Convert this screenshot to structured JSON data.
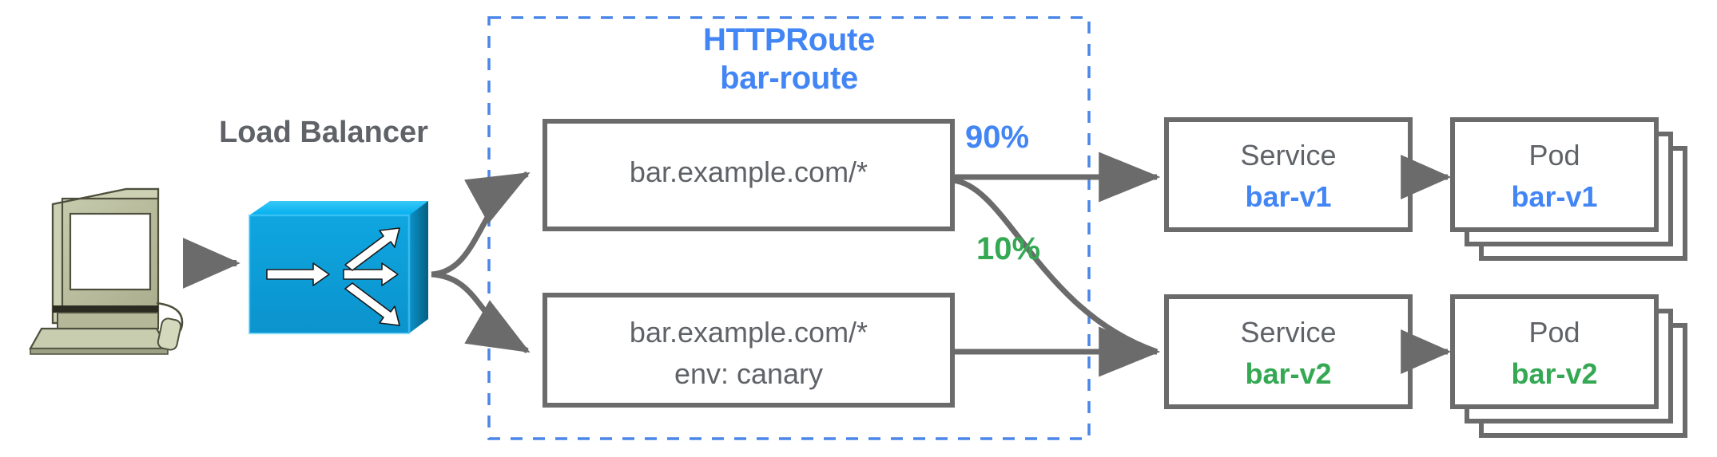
{
  "diagram": {
    "title_client": "Load Balancer",
    "colors": {
      "blue": "#4285f4",
      "green": "#34a853",
      "gray_text": "#5f6368",
      "box_stroke": "#6b6b6b",
      "lb_fill": "#0b9dd9",
      "lb_top": "#00b0f0",
      "lb_side": "#046b9b",
      "computer_body": "#b5b99a",
      "dashed_blue": "#4a86e8"
    },
    "route_group": {
      "kind_label": "HTTPRoute",
      "name_label": "bar-route"
    },
    "nodes": {
      "client": {
        "name": "client-computer-icon"
      },
      "load_balancer": {
        "label": "Load Balancer",
        "name": "load-balancer-icon"
      },
      "rules": [
        {
          "id": "rule-primary",
          "line1": "bar.example.com/*",
          "line2": ""
        },
        {
          "id": "rule-canary",
          "line1": "bar.example.com/*",
          "line2": "env: canary"
        }
      ],
      "services": [
        {
          "id": "service-bar-v1",
          "kind": "Service",
          "name": "bar-v1",
          "accent": "#4285f4"
        },
        {
          "id": "service-bar-v2",
          "kind": "Service",
          "name": "bar-v2",
          "accent": "#34a853"
        }
      ],
      "pods": [
        {
          "id": "pod-bar-v1",
          "kind": "Pod",
          "name": "bar-v1",
          "accent": "#4285f4",
          "replicas": 3
        },
        {
          "id": "pod-bar-v2",
          "kind": "Pod",
          "name": "bar-v2",
          "accent": "#34a853",
          "replicas": 3
        }
      ]
    },
    "weights": [
      {
        "id": "weight-90",
        "label": "90%",
        "color": "#4285f4",
        "target": "service-bar-v1"
      },
      {
        "id": "weight-10",
        "label": "10%",
        "color": "#34a853",
        "target": "service-bar-v2"
      }
    ]
  }
}
